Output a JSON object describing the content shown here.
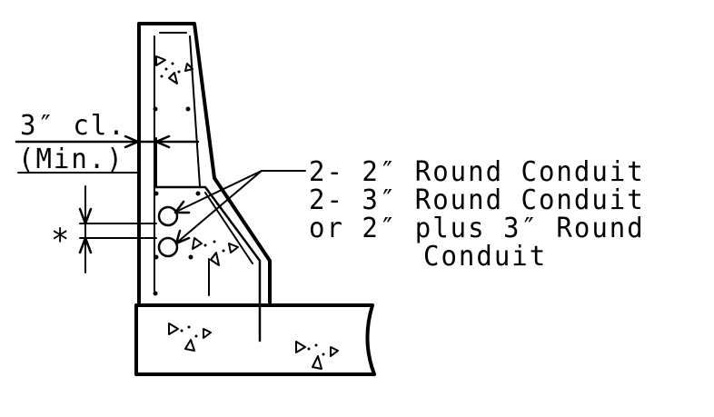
{
  "dimension": {
    "clearance_line1": "3″ cl.",
    "clearance_line2": "(Min.)",
    "spacing_symbol": "∗"
  },
  "conduit_note": {
    "line1": "2- 2″ Round Conduit",
    "line2": "2- 3″ Round Conduit",
    "line3": "or 2″ plus 3″ Round",
    "line4": "Conduit"
  }
}
